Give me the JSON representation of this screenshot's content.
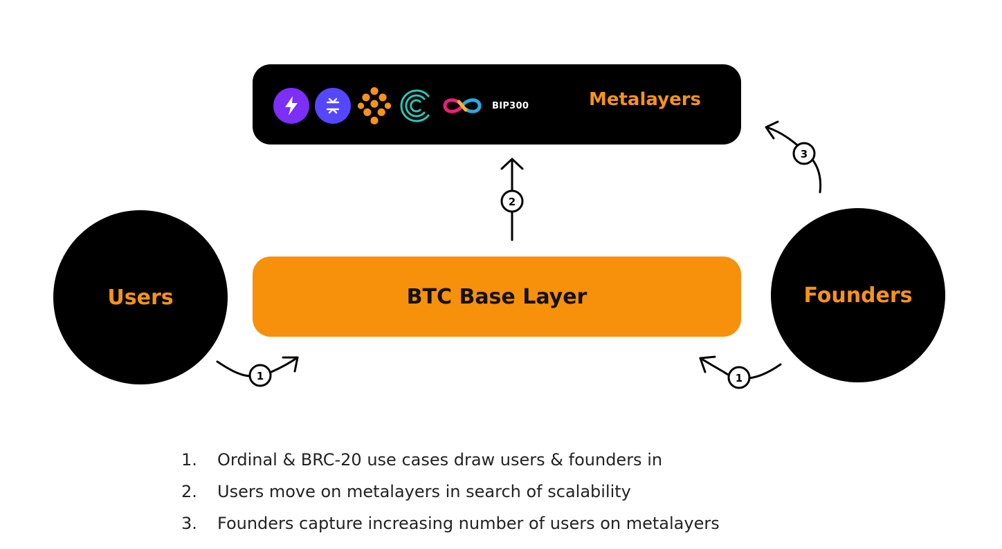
{
  "metalayers": {
    "title": "Metalayers",
    "logos": [
      {
        "icon": "lightning-icon",
        "color": "#7b2ff7"
      },
      {
        "icon": "stacks-icon",
        "color": "#5546ff"
      },
      {
        "icon": "cluster-icon",
        "color": "#f7931a"
      },
      {
        "icon": "spiral-icon",
        "color": "#2ec4b6"
      },
      {
        "icon": "infinity-icon",
        "color": "#29abe2"
      }
    ],
    "bip_label": "BIP300"
  },
  "base_layer": {
    "title": "BTC Base Layer"
  },
  "users": {
    "label": "Users"
  },
  "founders": {
    "label": "Founders"
  },
  "steps": {
    "users_badge": "1",
    "founders_badge": "1",
    "up_badge": "2",
    "founders_meta_badge": "3"
  },
  "legend": [
    {
      "num": "1.",
      "text": "Ordinal & BRC-20 use cases draw users & founders in"
    },
    {
      "num": "2.",
      "text": "Users move on metalayers in search of scalability"
    },
    {
      "num": "3.",
      "text": "Founders capture increasing number of users on metalayers"
    }
  ],
  "colors": {
    "accent": "#f7931a",
    "box_dark": "#000000",
    "base_orange": "#f7900a"
  }
}
